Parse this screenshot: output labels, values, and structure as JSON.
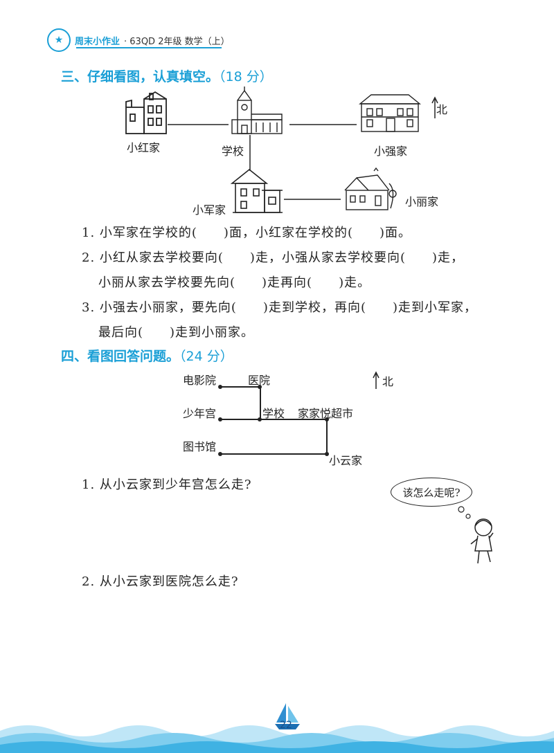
{
  "header": {
    "series": "周末小作业",
    "detail": "· 63QD 2年级 数学（上）"
  },
  "section3": {
    "title": "三、仔细看图，认真填空。",
    "points": "（18 分）",
    "north": "北",
    "labels": {
      "xiaohong": "小红家",
      "school": "学校",
      "xiaoqiang": "小强家",
      "xiaojun": "小军家",
      "xiaoli": "小丽家"
    },
    "questions": [
      "1. 小军家在学校的(　　)面，小红家在学校的(　　)面。",
      "2. 小红从家去学校要向(　　)走，小强从家去学校要向(　　)走，",
      "小丽从家去学校要先向(　　)走再向(　　)走。",
      "3. 小强去小丽家，要先向(　　)走到学校，再向(　　)走到小军家，",
      "最后向(　　)走到小丽家。"
    ]
  },
  "section4": {
    "title": "四、看图回答问题。",
    "points": "（24 分）",
    "north": "北",
    "map": {
      "cinema": "电影院",
      "hospital": "医院",
      "youth_palace": "少年宫",
      "school": "学校",
      "supermarket": "家家悦超市",
      "library": "图书馆",
      "xiaoyun": "小云家"
    },
    "questions": [
      "1. 从小云家到少年宫怎么走?",
      "2. 从小云家到医院怎么走?"
    ],
    "bubble": "该怎么走呢?"
  },
  "footer": {
    "page_number": "22"
  }
}
